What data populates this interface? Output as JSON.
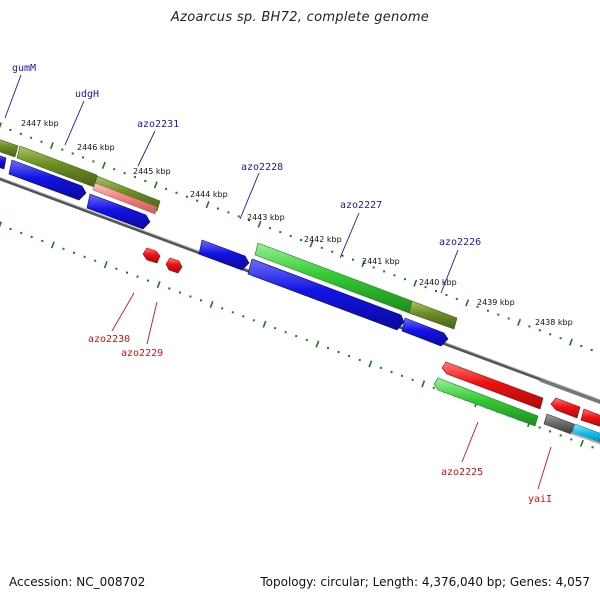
{
  "title": "Azoarcus sp. BH72, complete genome",
  "footer": {
    "accession": "Accession: NC_008702",
    "summary": "Topology: circular; Length: 4,376,040 bp; Genes: 4,057"
  },
  "ruler_labels": [
    "2447 kbp",
    "2446 kbp",
    "2445 kbp",
    "2444 kbp",
    "2443 kbp",
    "2442 kbp",
    "2441 kbp",
    "2440 kbp",
    "2439 kbp",
    "2438 kbp"
  ],
  "forward_genes": [
    "gumM",
    "udgH",
    "azo2231",
    "azo2228",
    "azo2227",
    "azo2226"
  ],
  "reverse_genes": [
    "azo2230",
    "azo2229",
    "azo2225",
    "yaiI"
  ],
  "colors": {
    "forward_label": "#1a1aa6",
    "reverse_label": "#cc1111",
    "cds_blue": "#1010e0",
    "cds_green": "#33cc33",
    "cds_olive": "#6b8e23",
    "cds_red": "#ee1111",
    "cds_pink": "#f08080",
    "cds_gray": "#666666",
    "cds_cyan": "#11bbee",
    "ruler": "#1a7a1a",
    "backbone": "#888888"
  }
}
